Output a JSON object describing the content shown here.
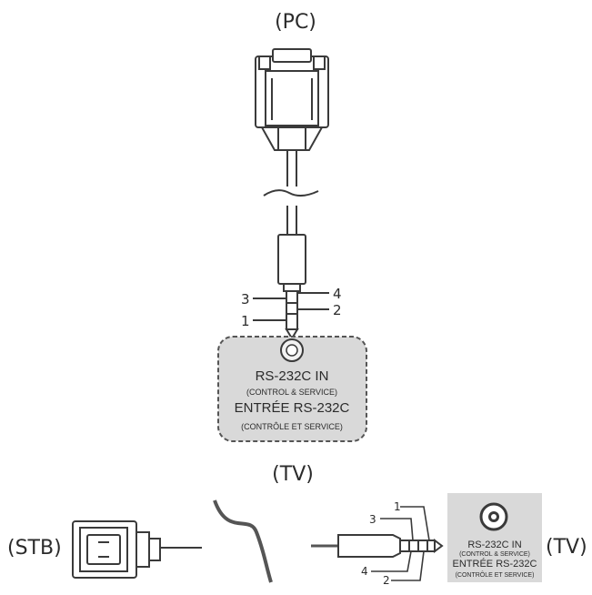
{
  "labels": {
    "pc": "(PC)",
    "tv_top": "(TV)",
    "stb": "(STB)",
    "tv_right": "(TV)"
  },
  "jack_panel": {
    "line1": "RS-232C IN",
    "line2": "(CONTROL & SERVICE)",
    "line3": "ENTRÉE RS-232C",
    "line4": "(CONTRÔLE ET SERVICE)"
  },
  "plug_pins_top": [
    "3",
    "4",
    "1",
    "2"
  ],
  "plug_pins_bottom": [
    "3",
    "1",
    "4",
    "2"
  ],
  "colors": {
    "line": "#3a3a3a",
    "panel_fill": "#d9d9d9",
    "panel_border": "#555555",
    "cable": "#555555"
  }
}
